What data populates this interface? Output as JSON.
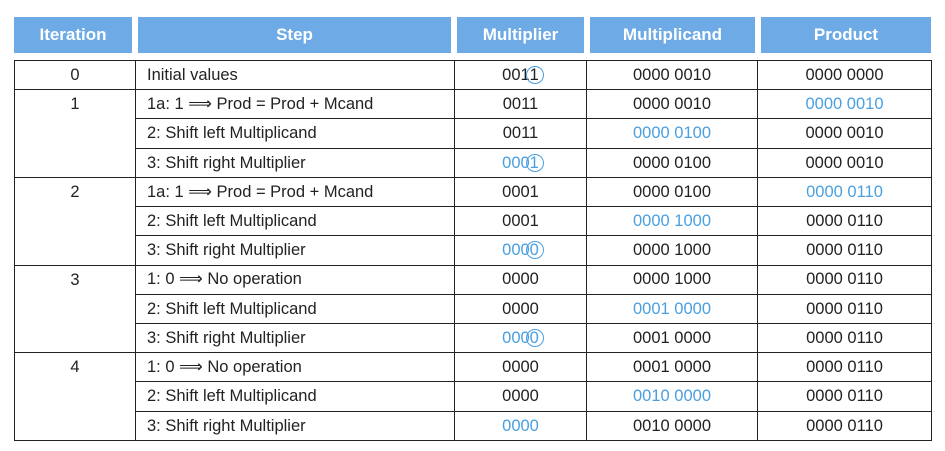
{
  "headers": [
    "Iteration",
    "Step",
    "Multiplier",
    "Multiplicand",
    "Product"
  ],
  "rows": [
    {
      "iter": "0",
      "step": "Initial values",
      "mult_pre": "001",
      "mult_last": "1",
      "mult_circle": true,
      "mult_hl": false,
      "mcand": "0000 0010",
      "mcand_hl": false,
      "prod": "0000 0000",
      "prod_hl": false
    },
    {
      "iter": "1",
      "step": "1a: 1 ⟹ Prod = Prod + Mcand",
      "mult_pre": "0011",
      "mult_last": "",
      "mult_circle": false,
      "mult_hl": false,
      "mcand": "0000 0010",
      "mcand_hl": false,
      "prod": "0000 0010",
      "prod_hl": true
    },
    {
      "iter": "",
      "step": "2: Shift left Multiplicand",
      "mult_pre": "0011",
      "mult_last": "",
      "mult_circle": false,
      "mult_hl": false,
      "mcand": "0000 0100",
      "mcand_hl": true,
      "prod": "0000 0010",
      "prod_hl": false
    },
    {
      "iter": "",
      "step": "3: Shift right Multiplier",
      "mult_pre": "000",
      "mult_last": "1",
      "mult_circle": true,
      "mult_hl": true,
      "mcand": "0000 0100",
      "mcand_hl": false,
      "prod": "0000 0010",
      "prod_hl": false
    },
    {
      "iter": "2",
      "step": "1a: 1 ⟹ Prod = Prod + Mcand",
      "mult_pre": "0001",
      "mult_last": "",
      "mult_circle": false,
      "mult_hl": false,
      "mcand": "0000 0100",
      "mcand_hl": false,
      "prod": "0000 0110",
      "prod_hl": true
    },
    {
      "iter": "",
      "step": "2: Shift left Multiplicand",
      "mult_pre": "0001",
      "mult_last": "",
      "mult_circle": false,
      "mult_hl": false,
      "mcand": "0000 1000",
      "mcand_hl": true,
      "prod": "0000 0110",
      "prod_hl": false
    },
    {
      "iter": "",
      "step": "3: Shift right Multiplier",
      "mult_pre": "000",
      "mult_last": "0",
      "mult_circle": true,
      "mult_hl": true,
      "mcand": "0000 1000",
      "mcand_hl": false,
      "prod": "0000 0110",
      "prod_hl": false
    },
    {
      "iter": "3",
      "step": "1: 0 ⟹ No operation",
      "mult_pre": "0000",
      "mult_last": "",
      "mult_circle": false,
      "mult_hl": false,
      "mcand": "0000 1000",
      "mcand_hl": false,
      "prod": "0000 0110",
      "prod_hl": false
    },
    {
      "iter": "",
      "step": "2: Shift left Multiplicand",
      "mult_pre": "0000",
      "mult_last": "",
      "mult_circle": false,
      "mult_hl": false,
      "mcand": "0001 0000",
      "mcand_hl": true,
      "prod": "0000 0110",
      "prod_hl": false
    },
    {
      "iter": "",
      "step": "3: Shift right Multiplier",
      "mult_pre": "000",
      "mult_last": "0",
      "mult_circle": true,
      "mult_hl": true,
      "mcand": "0001 0000",
      "mcand_hl": false,
      "prod": "0000 0110",
      "prod_hl": false
    },
    {
      "iter": "4",
      "step": "1: 0 ⟹ No operation",
      "mult_pre": "0000",
      "mult_last": "",
      "mult_circle": false,
      "mult_hl": false,
      "mcand": "0001 0000",
      "mcand_hl": false,
      "prod": "0000 0110",
      "prod_hl": false
    },
    {
      "iter": "",
      "step": "2: Shift left Multiplicand",
      "mult_pre": "0000",
      "mult_last": "",
      "mult_circle": false,
      "mult_hl": false,
      "mcand": "0010 0000",
      "mcand_hl": true,
      "prod": "0000 0110",
      "prod_hl": false
    },
    {
      "iter": "",
      "step": "3: Shift right Multiplier",
      "mult_pre": "0000",
      "mult_last": "",
      "mult_circle": false,
      "mult_hl": true,
      "mcand": "0010 0000",
      "mcand_hl": false,
      "prod": "0000 0110",
      "prod_hl": false
    }
  ],
  "colors": {
    "header_bg": "#6eabe6",
    "header_text": "#ffffff",
    "highlight": "#4a9fe0",
    "text": "#222222",
    "border": "#222222"
  }
}
